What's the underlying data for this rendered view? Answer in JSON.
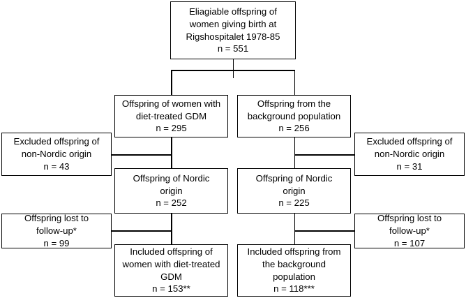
{
  "chart_data": {
    "type": "diagram",
    "title": "Study participant flow diagram",
    "nodes": [
      {
        "id": "eligible",
        "lines": [
          "Eliagiable offspring of",
          "women giving birth at",
          "Rigshospitalet 1978-85",
          "n = 551"
        ],
        "n": 551
      },
      {
        "id": "gdm",
        "lines": [
          "Offspring of women with",
          "diet-treated GDM",
          "n = 295"
        ],
        "n": 295
      },
      {
        "id": "background",
        "lines": [
          "Offspring from the",
          "background population",
          "n = 256"
        ],
        "n": 256
      },
      {
        "id": "excluded-left",
        "lines": [
          "Excluded offspring of",
          "non-Nordic origin",
          "n = 43"
        ],
        "n": 43
      },
      {
        "id": "excluded-right",
        "lines": [
          "Excluded offspring of",
          "non-Nordic origin",
          "n = 31"
        ],
        "n": 31
      },
      {
        "id": "nordic-left",
        "lines": [
          "Offspring of Nordic",
          "origin",
          "n = 252"
        ],
        "n": 252
      },
      {
        "id": "nordic-right",
        "lines": [
          "Offspring of Nordic",
          "origin",
          "n = 225"
        ],
        "n": 225
      },
      {
        "id": "lost-left",
        "lines": [
          "Offspring lost to",
          "follow-up*",
          "n = 99"
        ],
        "n": 99
      },
      {
        "id": "lost-right",
        "lines": [
          "Offspring lost to",
          "follow-up*",
          "n = 107"
        ],
        "n": 107
      },
      {
        "id": "included-left",
        "lines": [
          "Included offspring of",
          "women with diet-treated",
          "GDM",
          "n = 153**"
        ],
        "n": 153
      },
      {
        "id": "included-right",
        "lines": [
          "Included offspring from",
          "the background",
          "population",
          "n = 118***"
        ],
        "n": 118
      }
    ],
    "edges": [
      {
        "from": "eligible",
        "to": "gdm"
      },
      {
        "from": "eligible",
        "to": "background"
      },
      {
        "from": "gdm",
        "to": "nordic-left"
      },
      {
        "from": "gdm",
        "to": "excluded-left"
      },
      {
        "from": "background",
        "to": "nordic-right"
      },
      {
        "from": "background",
        "to": "excluded-right"
      },
      {
        "from": "nordic-left",
        "to": "included-left"
      },
      {
        "from": "nordic-left",
        "to": "lost-left"
      },
      {
        "from": "nordic-right",
        "to": "included-right"
      },
      {
        "from": "nordic-right",
        "to": "lost-right"
      }
    ]
  },
  "boxes": {
    "eligible": {
      "l1": "Eliagiable offspring of",
      "l2": "women giving birth at",
      "l3": "Rigshospitalet 1978-85",
      "l4": "n = 551"
    },
    "gdm": {
      "l1": "Offspring of women with",
      "l2": "diet-treated GDM",
      "l3": "n = 295"
    },
    "background": {
      "l1": "Offspring from the",
      "l2": "background population",
      "l3": "n = 256"
    },
    "excluded_left": {
      "l1": "Excluded offspring of",
      "l2": "non-Nordic origin",
      "l3": "n = 43"
    },
    "excluded_right": {
      "l1": "Excluded offspring of",
      "l2": "non-Nordic origin",
      "l3": "n = 31"
    },
    "nordic_left": {
      "l1": "Offspring of Nordic",
      "l2": "origin",
      "l3": "n = 252"
    },
    "nordic_right": {
      "l1": "Offspring of Nordic",
      "l2": "origin",
      "l3": "n = 225"
    },
    "lost_left": {
      "l1": "Offspring lost to",
      "l2": "follow-up*",
      "l3": "n = 99"
    },
    "lost_right": {
      "l1": "Offspring lost to",
      "l2": "follow-up*",
      "l3": "n = 107"
    },
    "included_left": {
      "l1": "Included offspring of",
      "l2": "women with diet-treated",
      "l3": "GDM",
      "l4": "n = 153**"
    },
    "included_right": {
      "l1": "Included offspring from",
      "l2": "the background",
      "l3": "population",
      "l4": "n = 118***"
    }
  },
  "colors": {
    "stroke": "#000000",
    "fill": "#ffffff",
    "text": "#000000"
  }
}
